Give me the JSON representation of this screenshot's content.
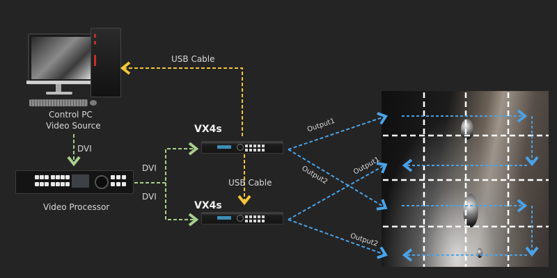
{
  "diagram": {
    "nodes": {
      "control_pc": {
        "line1": "Control PC",
        "line2": "Video Source"
      },
      "video_processor": {
        "label": "Video Processor"
      },
      "vx4s_top": {
        "label": "VX4s"
      },
      "vx4s_bottom": {
        "label": "VX4s"
      },
      "led_screen": {
        "label": ""
      }
    },
    "connections": {
      "usb_top": "USB Cable",
      "usb_middle": "USB Cable",
      "dvi_pc_to_vp": "DVI",
      "dvi_vp_to_top": "DVI",
      "dvi_vp_to_bottom": "DVI",
      "top_output1": "Output1",
      "top_output2": "Output2",
      "bottom_output1": "Output1",
      "bottom_output2": "Output2"
    },
    "colors": {
      "background": "#252424",
      "usb_line": "#f3c63a",
      "dvi_line": "#a8d18d",
      "output_line": "#4aa3e8",
      "grid_line": "#ffffff"
    }
  }
}
